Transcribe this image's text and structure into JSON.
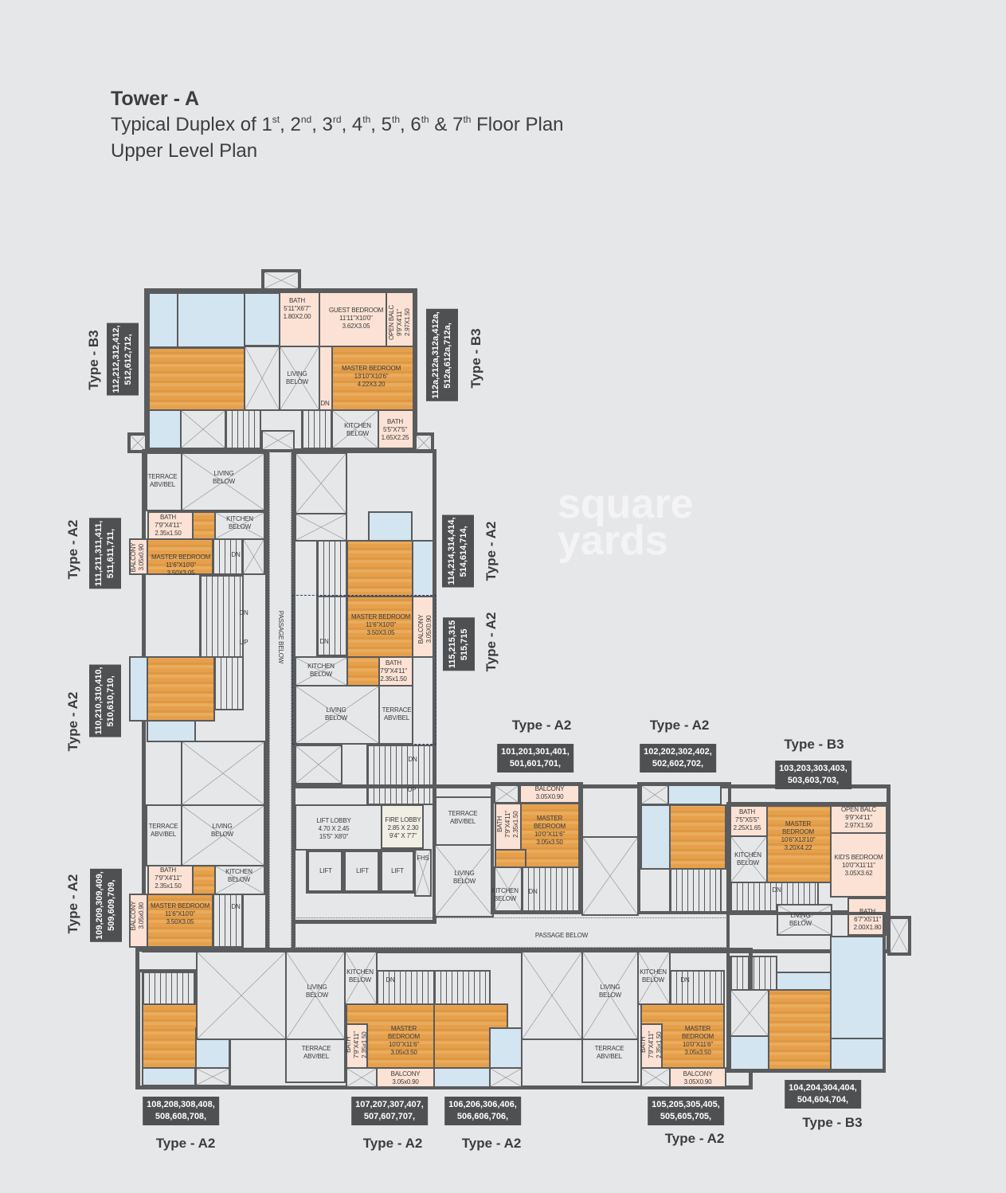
{
  "header": {
    "title": "Tower - A",
    "subtitle_prefix": "Typical Duplex of",
    "floors": [
      {
        "n": "1",
        "s": "st",
        "sep": ","
      },
      {
        "n": "2",
        "s": "nd",
        "sep": ","
      },
      {
        "n": "3",
        "s": "rd",
        "sep": ","
      },
      {
        "n": "4",
        "s": "th",
        "sep": ","
      },
      {
        "n": "5",
        "s": "th",
        "sep": ","
      },
      {
        "n": "6",
        "s": "th",
        "sep": "&"
      },
      {
        "n": "7",
        "s": "th",
        "sep": ""
      }
    ],
    "subtitle_suffix": "Floor Plan",
    "subtitle2": "Upper Level Plan"
  },
  "watermark": "square\nyards",
  "colors": {
    "wall": "#5a5b5d",
    "bedroom_floor": "#e6a04c",
    "wet_area": "#fbe2d4",
    "blue_area": "#d3e5f0",
    "background": "#e6e7e9",
    "label_box": "#4f5052"
  },
  "units": [
    {
      "type": "Type - B3",
      "numbers": "112,212,312,412,\n512,612,712,"
    },
    {
      "type": "Type - B3",
      "numbers": "112a,212a,312a,412a,\n512a,612a,712a,"
    },
    {
      "type": "Type - A2",
      "numbers": "111,211,311,411,\n511,611,711,"
    },
    {
      "type": "Type - A2",
      "numbers": "114,214,314,414,\n514,614,714,"
    },
    {
      "type": "Type - A2",
      "numbers": "115,215,315\n515,715"
    },
    {
      "type": "Type - A2",
      "numbers": "110,210,310,410,\n510,610,710,"
    },
    {
      "type": "Type - A2",
      "numbers": "109,209,309,409,\n509,609,709,"
    },
    {
      "type": "Type - A2",
      "numbers": "101,201,301,401,\n501,601,701,"
    },
    {
      "type": "Type - A2",
      "numbers": "102,202,302,402,\n502,602,702,"
    },
    {
      "type": "Type - B3",
      "numbers": "103,203,303,403,\n503,603,703,"
    },
    {
      "type": "Type - A2",
      "numbers": "108,208,308,408,\n508,608,708,"
    },
    {
      "type": "Type - A2",
      "numbers": "107,207,307,407,\n507,607,707,"
    },
    {
      "type": "Type - A2",
      "numbers": "106,206,306,406,\n506,606,706,"
    },
    {
      "type": "Type - A2",
      "numbers": "105,205,305,405,\n505,605,705,"
    },
    {
      "type": "Type - B3",
      "numbers": "104,204,304,404,\n504,604,704,"
    }
  ],
  "rooms": [
    "BATH\n5'11\"X6'7\"\n1.80X2.00",
    "GUEST BEDROOM\n11'11\"X10'0\"\n3.62X3.05",
    "OPEN BALC\n9'9\"X4'11\"\n2.97X1.50",
    "LIVING\nBELOW",
    "MASTER BEDROOM\n13'10\"X10'6\"\n4.22X3.20",
    "DN",
    "KITCHEN\nBELOW",
    "BATH\n5'5\"X7'5\"\n1.65X2.25",
    "TERRACE\nABV/BEL",
    "LIVING\nBELOW",
    "BATH\n7'9\"X4'11\"\n2.35x1.50",
    "KITCHEN\nBELOW",
    "BALCONY\n3.05x0.90",
    "MASTER BEDROOM\n11'6\"X10'0\"\n3.50X3.05",
    "DN",
    "DN",
    "UP",
    "PASSAGE BELOW",
    "MASTER BEDROOM\n11'6\"X10'0\"\n3.50X3.05",
    "BALCONY\n3.05X0.90",
    "DN",
    "KITCHEN\nBELOW",
    "BATH\n7'9\"X4'11\"\n2.35x1.50",
    "LIVING\nBELOW",
    "TERRACE\nABV/BEL",
    "TERRACE\nABV/BEL",
    "LIVING\nBELOW",
    "BATH\n7'9\"X4'11\"\n2.35x1.50",
    "KITCHEN\nBELOW",
    "BALCONY\n3.05x0.90",
    "MASTER BEDROOM\n11'6\"X10'0\"\n3.50X3.05",
    "DN",
    "DN",
    "UP",
    "LIFT LOBBY\n4.70 X 2.45\n15'5\" X8'0\"",
    "FIRE LOBBY\n2.85 X 2.30\n9'4\" X 7'7\"",
    "LIFT",
    "LIFT",
    "LIFT",
    "FHS",
    "TERRACE\nABV/BEL",
    "LIVING\nBELOW",
    "BALCONY\n3.05X0.90",
    "BATH\n7'9\"X4'11\"\n2.35x1.50",
    "MASTER\nBEDROOM\n10'0\"X11'6\"\n3.05x3.50",
    "KITCHEN\nBELOW",
    "DN",
    "BATH\n7'5\"X5'5\"\n2.25X1.65",
    "KITCHEN\nBELOW",
    "MASTER\nBEDROOM\n10'6\"X13'10\"\n3.20X4.22",
    "OPEN BALC\n9'9\"X4'11\"\n2.97X1.50",
    "KID'S BEDROOM\n10'0\"X11'11\"\n3.05X3.62",
    "DN",
    "LIVING\nBELOW",
    "BATH\n6'7\"X5'11\"\n2.00X1.80",
    "PASSAGE BELOW",
    "LIVING\nBELOW",
    "TERRACE\nABV/BEL",
    "KITCHEN\nBELOW",
    "DN",
    "BATH\n7'9\"X4'11\"\n2.35x1.50",
    "MASTER\nBEDROOM\n10'0\"X11'6\"\n3.05x3.50",
    "BALCONY\n3.05x0.90",
    "LIVING\nBELOW",
    "TERRACE\nABV/BEL",
    "KITCHEN\nBELOW",
    "DN",
    "BATH\n7'9\"X4'11\"\n2.35x1.50",
    "MASTER\nBEDROOM\n10'0\"X11'6\"\n3.05x3.50",
    "BALCONY\n3.05X0.90"
  ]
}
